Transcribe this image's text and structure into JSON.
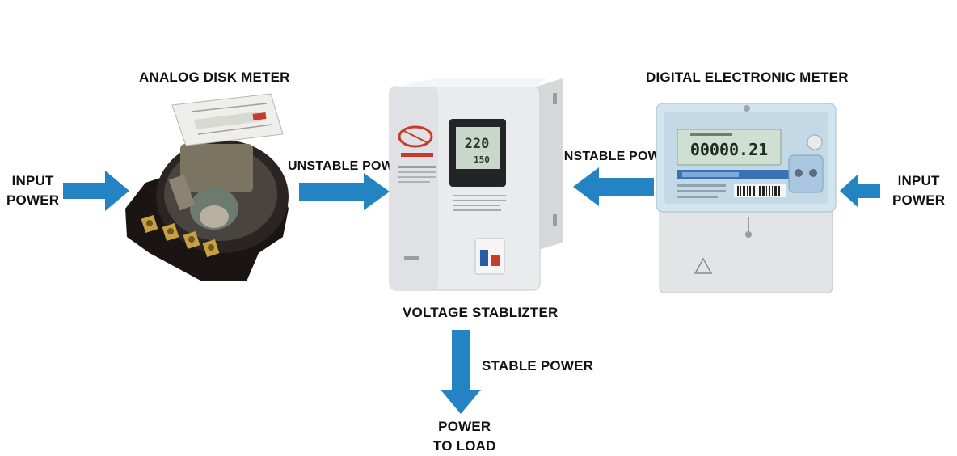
{
  "colors": {
    "arrow": "#2483c2",
    "text": "#111111",
    "lcd": "#cfe0d2",
    "stabilizer_body": "#e9eaec"
  },
  "labels": {
    "analog_meter_title": "ANALOG DISK METER",
    "digital_meter_title": "DIGITAL ELECTRONIC METER",
    "input_power_left": [
      "INPUT",
      "POWER"
    ],
    "input_power_right": [
      "INPUT",
      "POWER"
    ],
    "unstable_power_left": "UNSTABLE POWER",
    "unstable_power_right": "UNSTABLE POWER",
    "stabilizer_title": "VOLTAGE STABLIZTER",
    "stable_power": "STABLE POWER",
    "power_to_load": [
      "POWER",
      "TO LOAD"
    ]
  },
  "stabilizer_display": {
    "line1": "220",
    "line2": "150"
  },
  "digital_meter_display": {
    "reading": "00000.21"
  }
}
